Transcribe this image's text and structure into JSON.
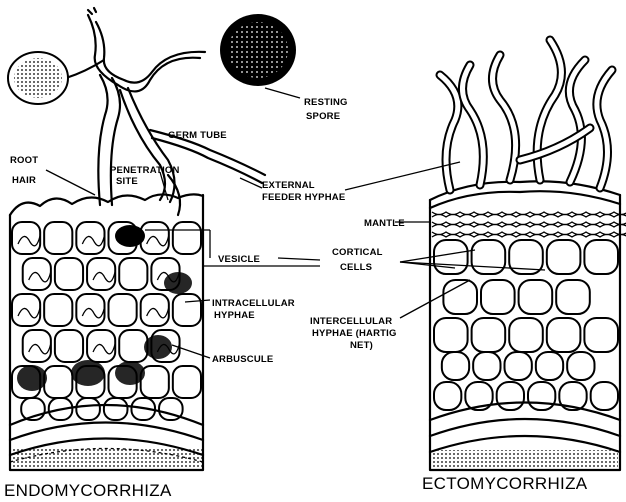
{
  "labels": {
    "root_hair": "ROOT",
    "root_hair_2": "HAIR",
    "germ_tube": "GERM TUBE",
    "resting_spore_1": "RESTING",
    "resting_spore_2": "SPORE",
    "penetration_1": "PENETRATION",
    "penetration_2": "SITE",
    "external_1": "EXTERNAL",
    "external_2": "FEEDER HYPHAE",
    "mantle": "MANTLE",
    "vesicle": "VESICLE",
    "cortical_1": "CORTICAL",
    "cortical_2": "CELLS",
    "intracellular_1": "INTRACELLULAR",
    "intracellular_2": "HYPHAE",
    "intercellular_1": "INTERCELLULAR",
    "intercellular_2": "HYPHAE (HARTIG",
    "intercellular_3": "NET)",
    "arbuscule": "ARBUSCULE"
  },
  "titles": {
    "left": "ENDOMYCORRHIZA",
    "right": "ECTOMYCORRHIZA"
  }
}
